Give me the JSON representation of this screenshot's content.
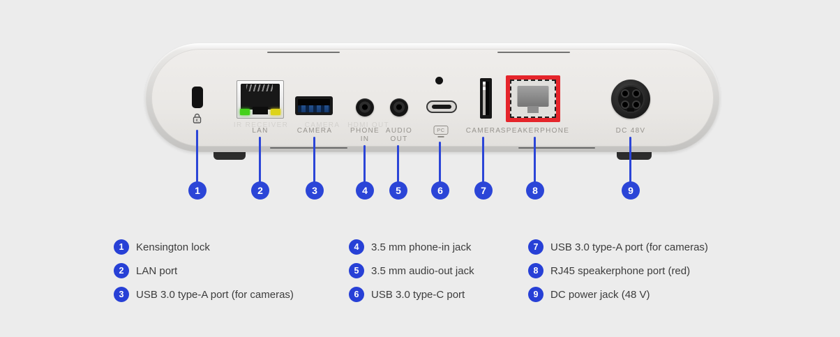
{
  "colors": {
    "accent_blue": "#2b45d7",
    "badge_blue": "#2740d6",
    "speakerphone_red": "#e5252b",
    "port_label_gray": "#96938e",
    "legend_text_gray": "#3c3c3c",
    "background": "#ececec"
  },
  "device": {
    "kensington_icon_letter": "K",
    "port_labels": {
      "lan": "LAN",
      "camera1": "CAMERA",
      "phone_in_1": "PHONE",
      "phone_in_2": "IN",
      "audio_out_1": "AUDIO",
      "audio_out_2": "OUT",
      "pc": "PC",
      "camera2": "CAMERA",
      "speakerphone": "SPEAKERPHONE",
      "dc": "DC 48V"
    },
    "ghost_labels": {
      "ir_receiver": "IR RECEIVER",
      "camera": "CAMERA",
      "hdmi_out": "HDMI OUT"
    }
  },
  "callout_numbers": [
    "1",
    "2",
    "3",
    "4",
    "5",
    "6",
    "7",
    "8",
    "9"
  ],
  "legend": {
    "columns": [
      {
        "items": [
          {
            "num": "1",
            "text": "Kensington lock"
          },
          {
            "num": "2",
            "text": "LAN port"
          },
          {
            "num": "3",
            "text": "USB 3.0 type-A port (for cameras)"
          }
        ]
      },
      {
        "items": [
          {
            "num": "4",
            "text": "3.5 mm phone-in jack"
          },
          {
            "num": "5",
            "text": "3.5 mm audio-out jack"
          },
          {
            "num": "6",
            "text": "USB 3.0 type-C port"
          }
        ]
      },
      {
        "items": [
          {
            "num": "7",
            "text": "USB 3.0 type-A port (for cameras)"
          },
          {
            "num": "8",
            "text": "RJ45 speakerphone port (red)"
          },
          {
            "num": "9",
            "text": "DC power jack (48 V)"
          }
        ]
      }
    ]
  }
}
